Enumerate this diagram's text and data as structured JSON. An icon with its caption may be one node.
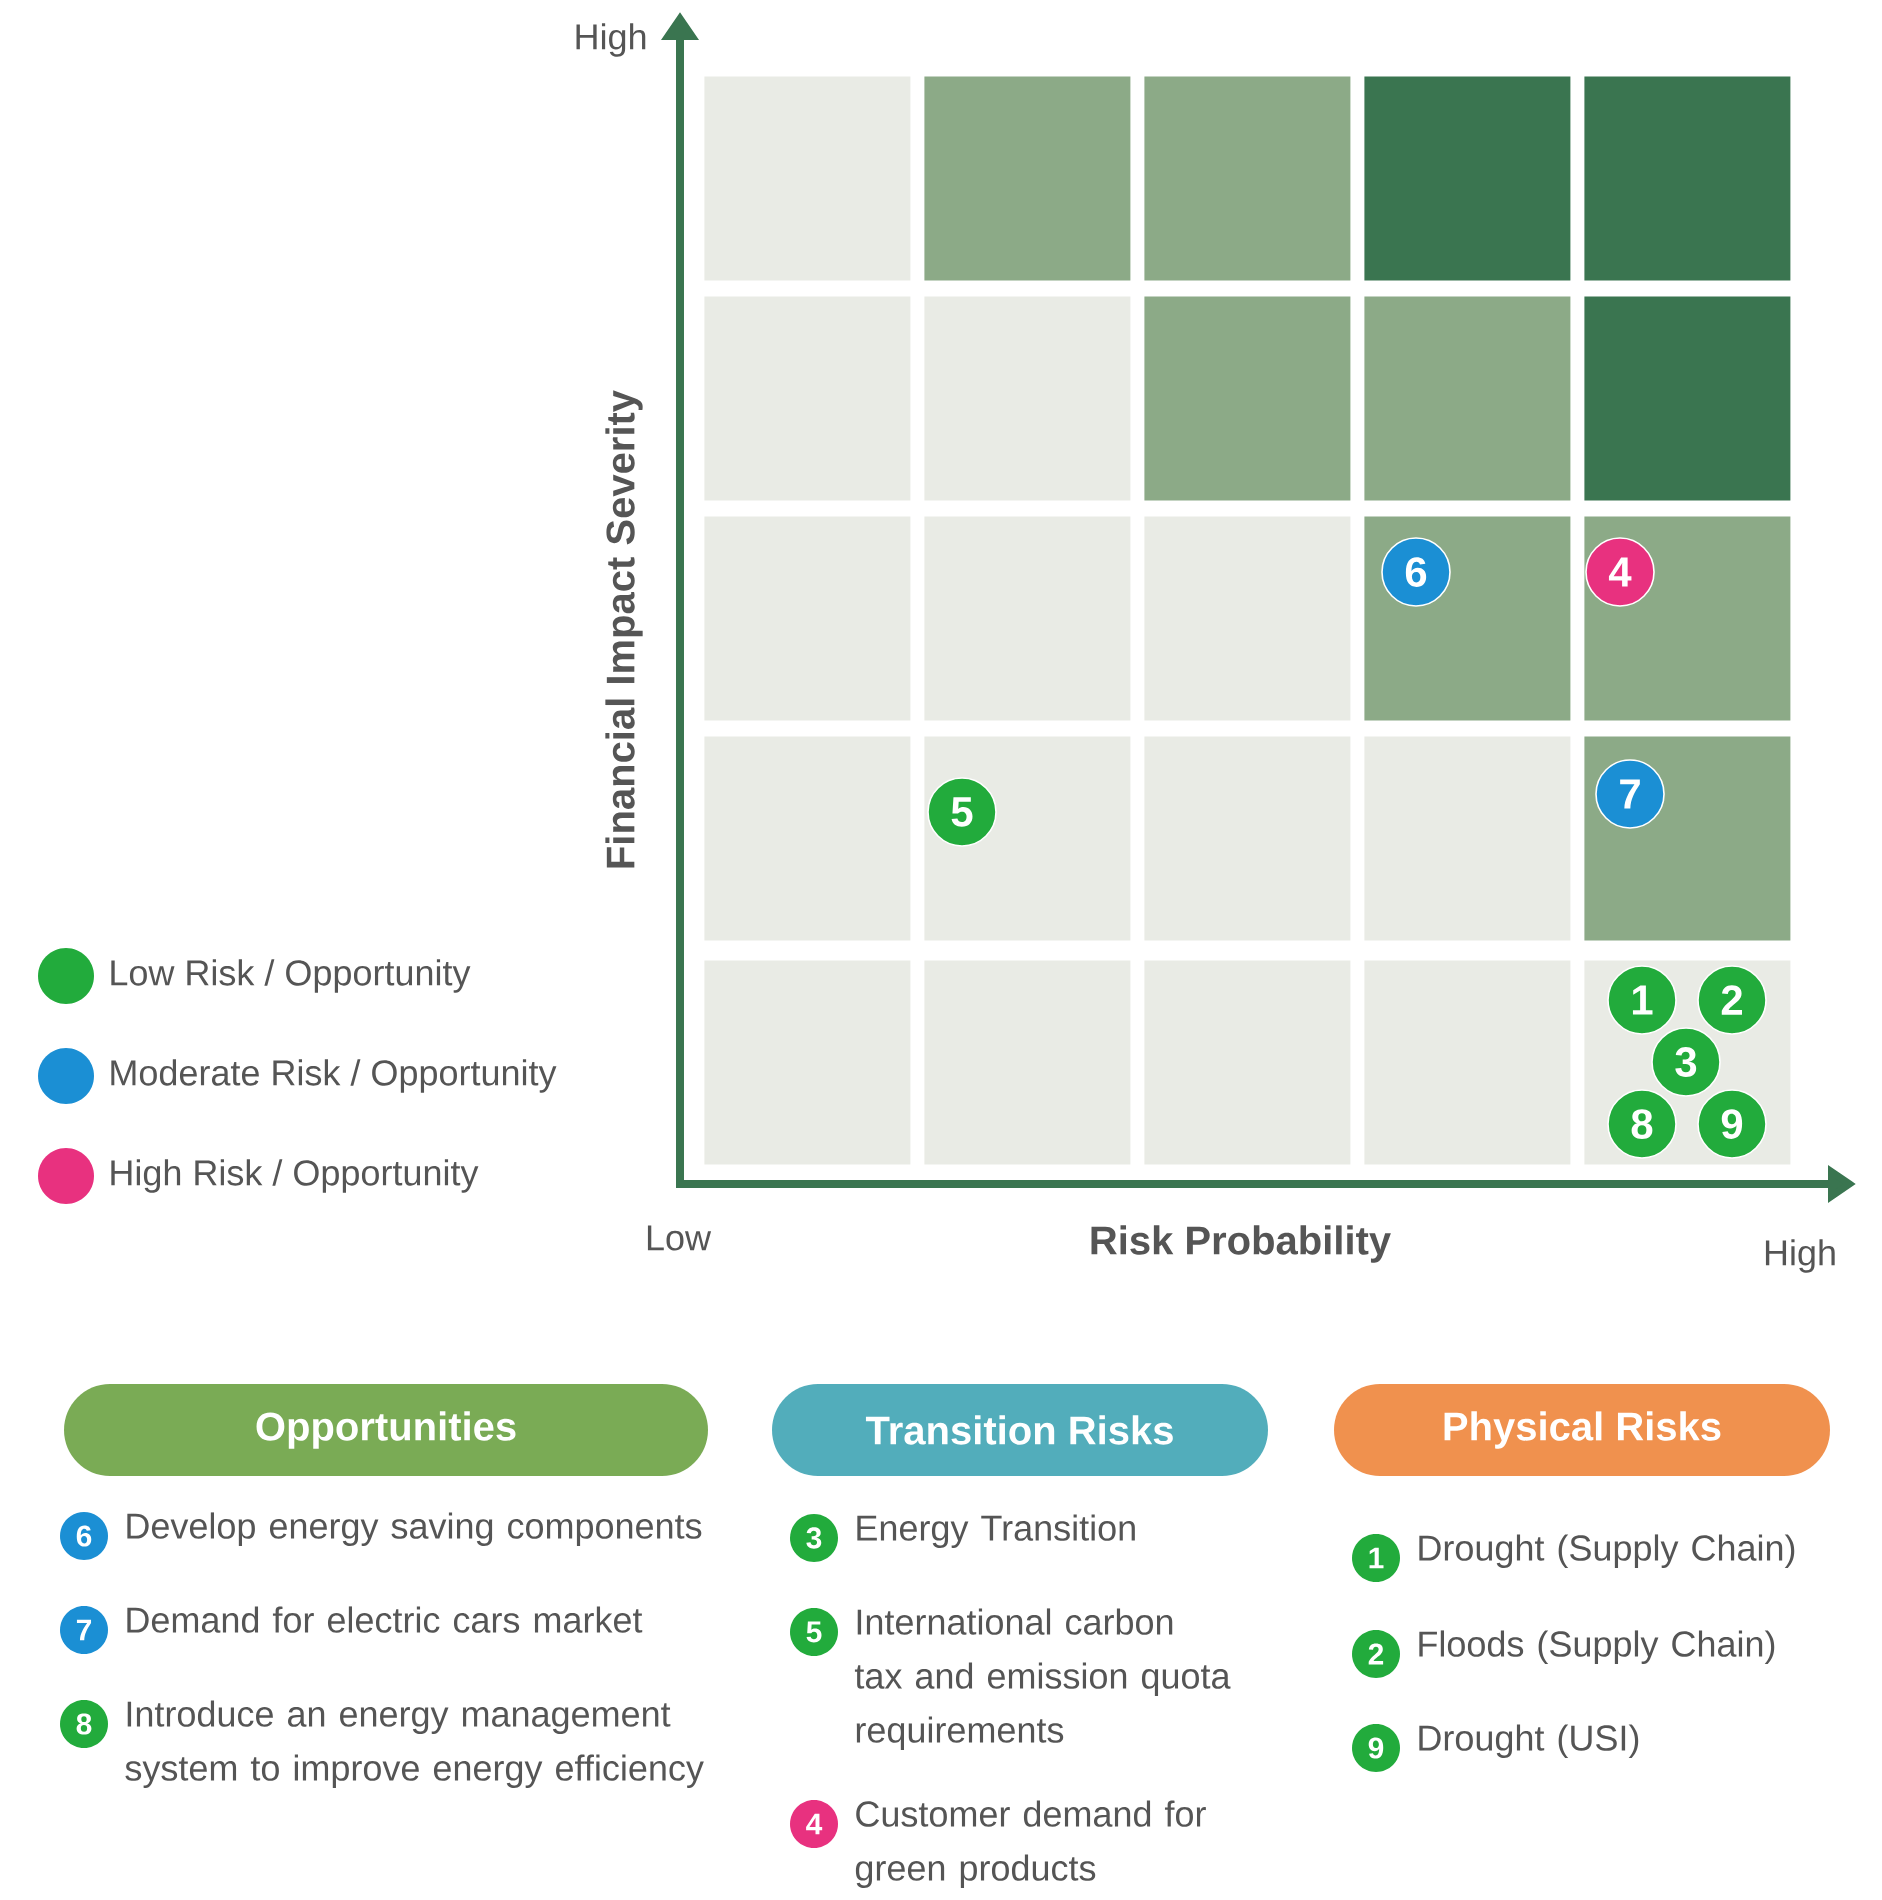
{
  "diagram": {
    "nodes": [
      {
        "text": [],
        "shape": "box"
      },
      {
        "text": [],
        "shape": "box"
      },
      {
        "text": [],
        "shape": "box"
      },
      {
        "text": [],
        "shape": "box"
      },
      {
        "text": [],
        "shape": "box"
      },
      {
        "text": [],
        "shape": "box"
      },
      {
        "text": [],
        "shape": "box"
      },
      {
        "text": [],
        "shape": "box"
      },
      {
        "text": [],
        "shape": "box"
      },
      {
        "text": [],
        "shape": "box"
      },
      {
        "text": [],
        "shape": "box"
      },
      {
        "text": [],
        "shape": "box"
      },
      {
        "text": [],
        "shape": "box"
      },
      {
        "text": [],
        "shape": "box"
      },
      {
        "text": [],
        "shape": "box"
      },
      {
        "text": [],
        "shape": "box"
      },
      {
        "text": [],
        "shape": "box"
      },
      {
        "text": [],
        "shape": "box"
      },
      {
        "text": [],
        "shape": "box"
      },
      {
        "text": [],
        "shape": "box"
      },
      {
        "text": [],
        "shape": "box"
      },
      {
        "text": [],
        "shape": "box"
      },
      {
        "text": [],
        "shape": "box"
      },
      {
        "text": [],
        "shape": "box"
      },
      {
        "text": [],
        "shape": "box"
      },
      {
        "text": [
          "6"
        ],
        "in": 13
      },
      {
        "text": [
          "4"
        ],
        "in": 14
      },
      {
        "text": [
          "5"
        ],
        "in": 16
      },
      {
        "text": [
          "7"
        ],
        "in": 19
      },
      {
        "text": [
          "1"
        ],
        "in": 24
      },
      {
        "text": [
          "2"
        ],
        "in": 24
      },
      {
        "text": [
          "3"
        ],
        "in": 24
      },
      {
        "text": [
          "8"
        ],
        "in": 24
      },
      {
        "text": [
          "9"
        ],
        "in": 24
      },
      {
        "text": [
          "Opportunities"
        ]
      },
      {
        "text": [
          "Transition Risks"
        ]
      },
      {
        "text": [
          "Physical Risks"
        ]
      },
      {
        "text": [
          "6"
        ],
        "beside": [
          "Develop energy saving components"
        ]
      },
      {
        "text": [
          "7"
        ],
        "beside": [
          "Demand for electric cars market"
        ]
      },
      {
        "text": [
          "8"
        ],
        "beside": [
          "Introduce an energy management system to improve energy efficiency"
        ]
      },
      {
        "text": [
          "3"
        ],
        "beside": [
          "Energy Transition"
        ]
      },
      {
        "text": [
          "5"
        ],
        "beside": [
          "International carbon tax and emission quota requirements"
        ]
      },
      {
        "text": [
          "4"
        ],
        "beside": [
          "Customer demand for green products"
        ]
      },
      {
        "text": [
          "1"
        ],
        "beside": [
          "Drought (Supply Chain)"
        ]
      },
      {
        "text": [
          "2"
        ],
        "beside": [
          "Floods (Supply Chain)"
        ]
      },
      {
        "text": [
          "9"
        ],
        "beside": [
          "Drought (USI)"
        ]
      }
    ],
    "labels": [
      "High",
      "Financial Impact Severity",
      "Low",
      "Risk Probability",
      "High"
    ],
    "legend": [
      {
        "text": "Low Risk / Opportunity",
        "color": "#22ab3c"
      },
      {
        "text": "Moderate Risk / Opportunity",
        "color": "#1b8fd4"
      },
      {
        "text": "High Risk / Opportunity",
        "color": "#e8317f"
      }
    ]
  }
}
